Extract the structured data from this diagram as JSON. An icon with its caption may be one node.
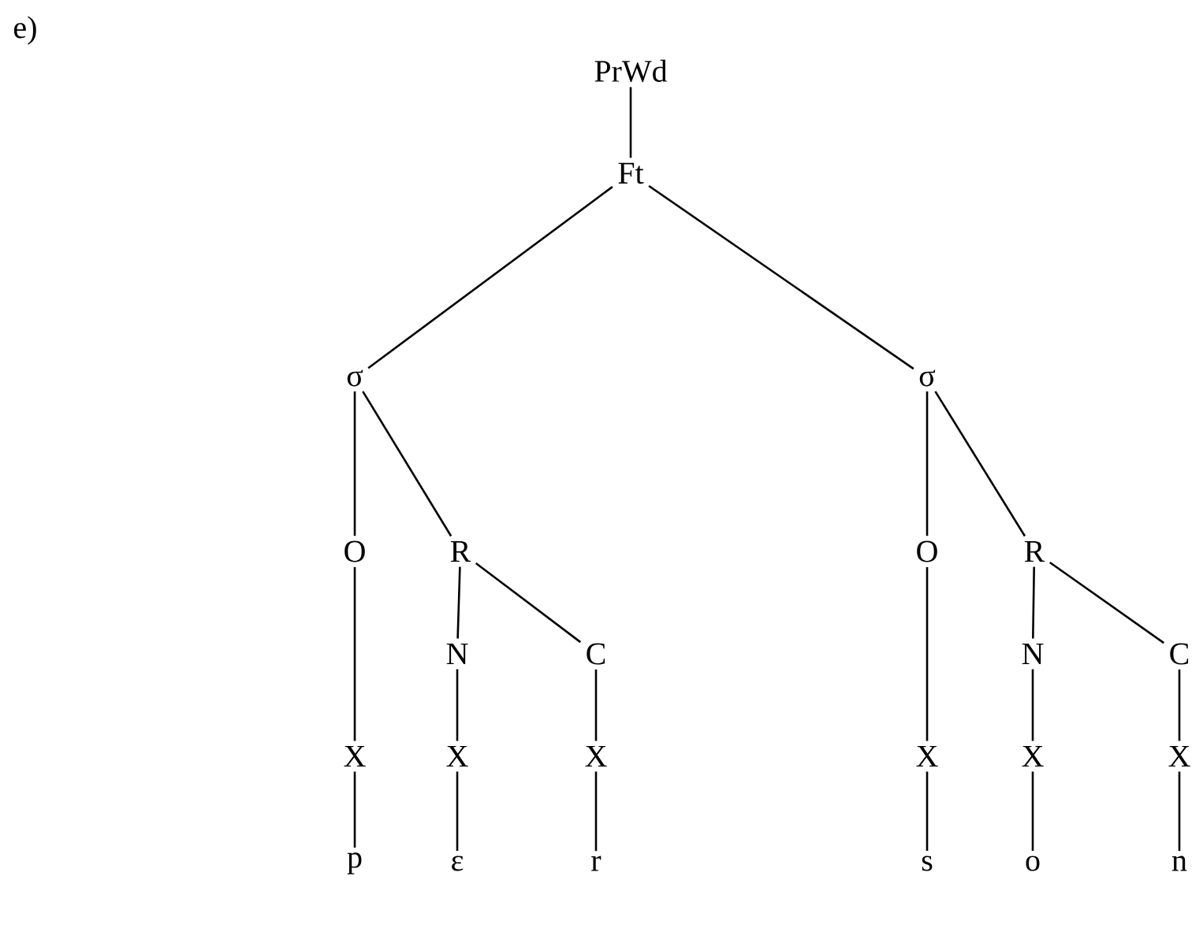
{
  "diagram": {
    "nodes": [
      {
        "text": [
          "PrWd"
        ]
      },
      {
        "text": [
          "Ft"
        ]
      },
      {
        "text": [
          "σ"
        ]
      },
      {
        "text": [
          "σ"
        ]
      },
      {
        "text": [
          "O"
        ]
      },
      {
        "text": [
          "R"
        ]
      },
      {
        "text": [
          "O"
        ]
      },
      {
        "text": [
          "R"
        ]
      },
      {
        "text": [
          "N"
        ]
      },
      {
        "text": [
          "C"
        ]
      },
      {
        "text": [
          "N"
        ]
      },
      {
        "text": [
          "C"
        ]
      },
      {
        "text": [
          "X"
        ]
      },
      {
        "text": [
          "X"
        ]
      },
      {
        "text": [
          "X"
        ]
      },
      {
        "text": [
          "X"
        ]
      },
      {
        "text": [
          "X"
        ]
      },
      {
        "text": [
          "X"
        ]
      },
      {
        "text": [
          "p"
        ]
      },
      {
        "text": [
          "ε"
        ]
      },
      {
        "text": [
          "r"
        ]
      },
      {
        "text": [
          "s"
        ]
      },
      {
        "text": [
          "o"
        ]
      },
      {
        "text": [
          "n"
        ]
      }
    ],
    "edges": [
      {
        "from": 0,
        "to": 1,
        "arrow": "none"
      },
      {
        "from": 1,
        "to": 2,
        "arrow": "none"
      },
      {
        "from": 1,
        "to": 3,
        "arrow": "none"
      },
      {
        "from": 2,
        "to": 4,
        "arrow": "none"
      },
      {
        "from": 2,
        "to": 5,
        "arrow": "none"
      },
      {
        "from": 3,
        "to": 6,
        "arrow": "none"
      },
      {
        "from": 3,
        "to": 7,
        "arrow": "none"
      },
      {
        "from": 5,
        "to": 8,
        "arrow": "none"
      },
      {
        "from": 5,
        "to": 9,
        "arrow": "none"
      },
      {
        "from": 7,
        "to": 10,
        "arrow": "none"
      },
      {
        "from": 7,
        "to": 11,
        "arrow": "none"
      },
      {
        "from": 4,
        "to": 12,
        "arrow": "none"
      },
      {
        "from": 8,
        "to": 13,
        "arrow": "none"
      },
      {
        "from": 9,
        "to": 14,
        "arrow": "none"
      },
      {
        "from": 6,
        "to": 15,
        "arrow": "none"
      },
      {
        "from": 10,
        "to": 16,
        "arrow": "none"
      },
      {
        "from": 11,
        "to": 17,
        "arrow": "none"
      },
      {
        "from": 12,
        "to": 18,
        "arrow": "none"
      },
      {
        "from": 13,
        "to": 19,
        "arrow": "none"
      },
      {
        "from": 14,
        "to": 20,
        "arrow": "none"
      },
      {
        "from": 15,
        "to": 21,
        "arrow": "none"
      },
      {
        "from": 16,
        "to": 22,
        "arrow": "none"
      },
      {
        "from": 17,
        "to": 23,
        "arrow": "none"
      }
    ],
    "labels": [
      "e)"
    ]
  }
}
